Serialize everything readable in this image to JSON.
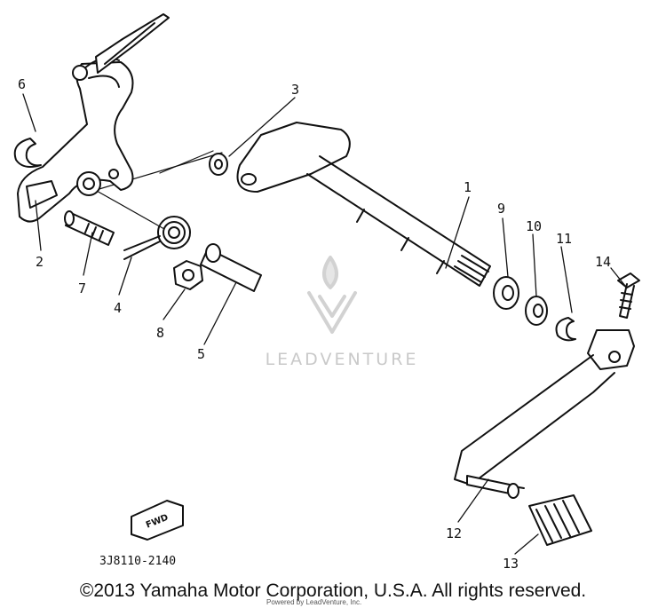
{
  "callouts": {
    "c1": "1",
    "c2": "2",
    "c3": "3",
    "c4": "4",
    "c5": "5",
    "c6": "6",
    "c7": "7",
    "c8": "8",
    "c9": "9",
    "c10": "10",
    "c11": "11",
    "c12": "12",
    "c13": "13",
    "c14": "14"
  },
  "direction_marker": "FWD",
  "part_code": "3J8110-2140",
  "watermark": "LEADVENTURE",
  "copyright": "©2013 Yamaha Motor Corporation, U.S.A. All rights reserved.",
  "credit": "Powered by LeadVenture, Inc."
}
